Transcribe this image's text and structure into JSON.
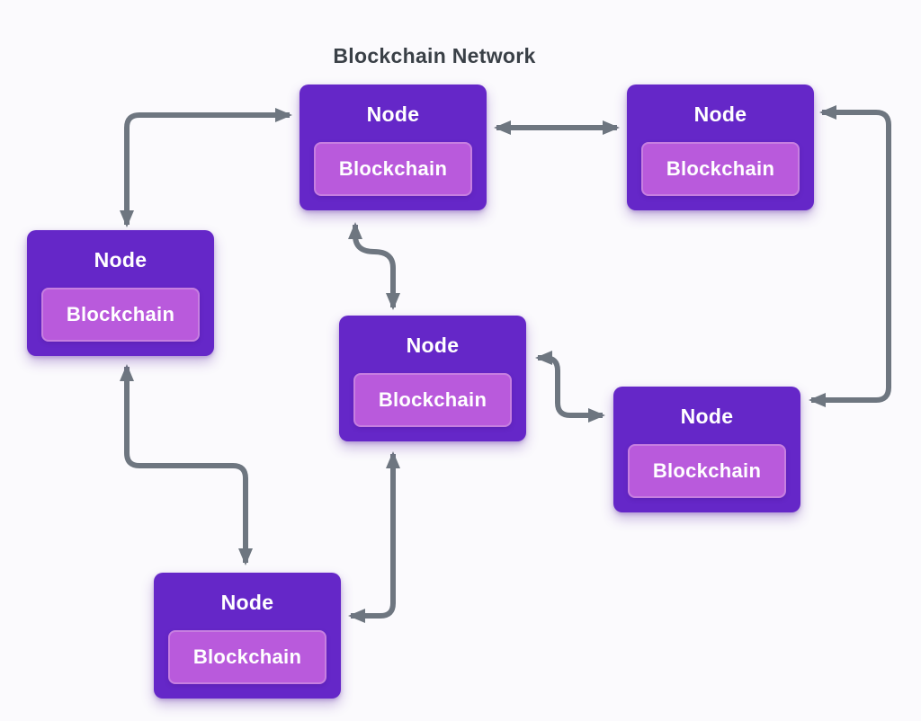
{
  "title": "Blockchain Network",
  "colors": {
    "background": "#fbfafd",
    "node_fill": "#6527c8",
    "chip_fill": "#b95adc",
    "chip_border": "#c77fe0",
    "arrow": "#6e7680",
    "title_text": "#3a4047",
    "node_text": "#ffffff"
  },
  "diagram": {
    "nodes": [
      {
        "id": "node-top-center",
        "title": "Node",
        "chip": "Blockchain"
      },
      {
        "id": "node-top-right",
        "title": "Node",
        "chip": "Blockchain"
      },
      {
        "id": "node-left",
        "title": "Node",
        "chip": "Blockchain"
      },
      {
        "id": "node-center",
        "title": "Node",
        "chip": "Blockchain"
      },
      {
        "id": "node-right",
        "title": "Node",
        "chip": "Blockchain"
      },
      {
        "id": "node-bottom",
        "title": "Node",
        "chip": "Blockchain"
      }
    ],
    "edges": [
      {
        "from": "node-left",
        "to": "node-top-center",
        "bidirectional": true
      },
      {
        "from": "node-top-center",
        "to": "node-top-right",
        "bidirectional": true
      },
      {
        "from": "node-top-center",
        "to": "node-center",
        "bidirectional": true
      },
      {
        "from": "node-center",
        "to": "node-right",
        "bidirectional": true
      },
      {
        "from": "node-top-right",
        "to": "node-right",
        "bidirectional": true
      },
      {
        "from": "node-left",
        "to": "node-bottom",
        "bidirectional": true
      },
      {
        "from": "node-center",
        "to": "node-bottom",
        "bidirectional": true
      }
    ]
  }
}
